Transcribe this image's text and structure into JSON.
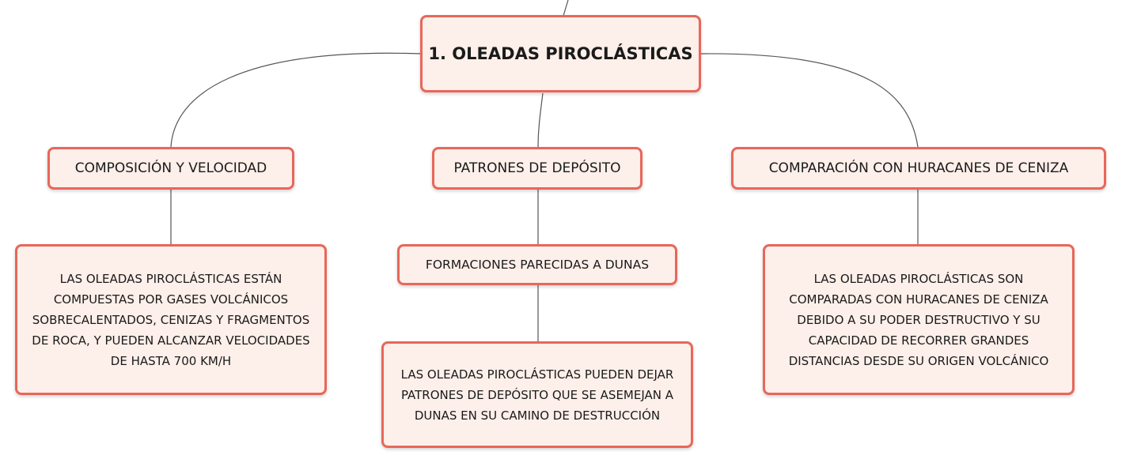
{
  "root": {
    "label": "1. OLEADAS PIROCLÁSTICAS"
  },
  "branches": [
    {
      "label": "COMPOSICIÓN Y VELOCIDAD",
      "detail": "LAS OLEADAS PIROCLÁSTICAS ESTÁN COMPUESTAS POR GASES VOLCÁNICOS SOBRECALENTADOS, CENIZAS Y FRAGMENTOS DE ROCA, Y PUEDEN ALCANZAR VELOCIDADES DE HASTA 700 KM/H"
    },
    {
      "label": "PATRONES DE DEPÓSITO",
      "subtopic": "FORMACIONES PARECIDAS A DUNAS",
      "detail": "LAS OLEADAS PIROCLÁSTICAS PUEDEN DEJAR PATRONES DE DEPÓSITO QUE SE ASEMEJAN A DUNAS EN SU CAMINO DE DESTRUCCIÓN"
    },
    {
      "label": "COMPARACIÓN CON HURACANES DE CENIZA",
      "detail": "LAS OLEADAS PIROCLÁSTICAS SON COMPARADAS CON HURACANES DE CENIZA DEBIDO A SU PODER DESTRUCTIVO Y SU CAPACIDAD DE RECORRER GRANDES DISTANCIAS DESDE SU ORIGEN VOLCÁNICO"
    }
  ],
  "colors": {
    "node_border": "#e8675a",
    "node_fill": "#fdefe9",
    "connector": "#555555"
  }
}
